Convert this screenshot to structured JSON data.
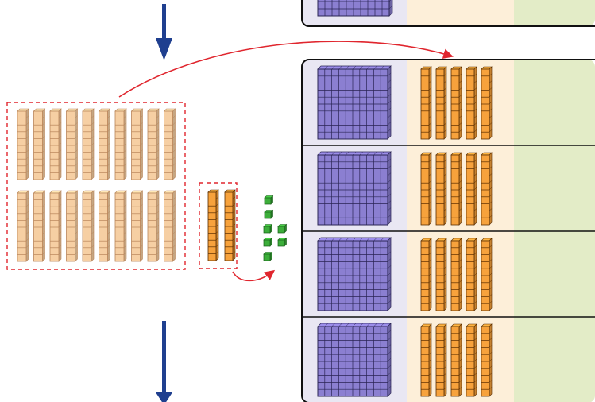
{
  "colors": {
    "background": "#ffffff",
    "panel_hundreds_bg": "#e9e7f3",
    "panel_tens_bg": "#fdefd9",
    "panel_ones_bg": "#e3ecc7",
    "panel_border": "#111111",
    "hundreds_flat_fill": "#8b7fd1",
    "hundreds_flat_grid": "#2a2454",
    "tens_rod_fill": "#f7a23c",
    "tens_rod_grid": "#5a2d00",
    "faded_rod_fill": "#f6cfa3",
    "faded_rod_grid": "#b9855a",
    "unit_cube_fill": "#3cae3a",
    "unit_cube_grid": "#165c16",
    "dashed_box": "#e0262e",
    "red_arrow": "#e0262e",
    "blue_arrow": "#1f3f8f"
  },
  "arrows": {
    "top_arrow_icon": "down-arrow-icon",
    "bottom_arrow_icon": "down-arrow-icon",
    "regroup_arrow_icon": "curved-arrow-icon"
  },
  "model": {
    "regrouped_tens_rods": 20,
    "regrouped_columns": 10,
    "rows_of_panel": 4,
    "hundreds_flats_per_row": 1,
    "tens_rods_per_row": 5,
    "leftover_tens_rods": 2,
    "loose_unit_cubes": 7,
    "unit_cube_layout": [
      1,
      1,
      2,
      2
    ]
  }
}
